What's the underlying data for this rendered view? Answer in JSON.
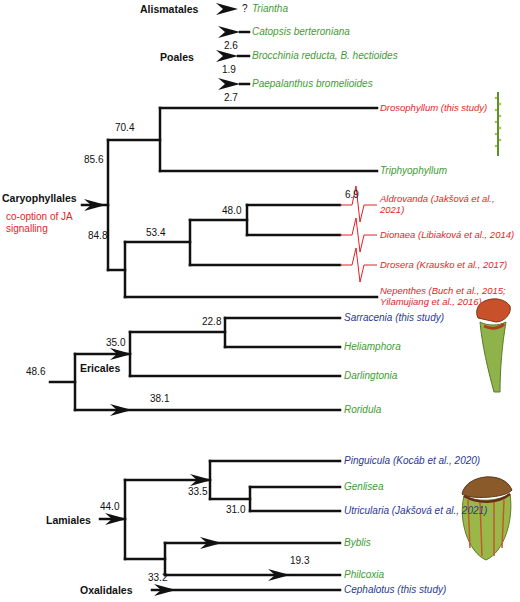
{
  "diagram": {
    "labels": [
      "Alismatales",
      "?",
      "Triantha",
      "Catopsis berteroniana",
      "2.6",
      "Poales",
      "Brocchinia reducta, B. hectioides",
      "1.9",
      "Paepalanthus bromelioides",
      "2.7",
      "70.4",
      "Drosophyllum (this study)",
      "Triphyophyllum",
      "85.6",
      "Caryophyllales",
      "co-option of JA signalling",
      "6.9",
      "Aldrovanda (Jakšová et al., 2021)",
      "48.0",
      "Dionaea (Libiaková et al., 2014)",
      "84.8",
      "53.4",
      "Drosera (Krausko et al., 2017)",
      "Nepenthes (Buch et al., 2015; Yilamujiang et al., 2016)",
      "22.8",
      "Sarracenia (this study)",
      "35.0",
      "Heliamphora",
      "Ericales",
      "48.6",
      "Darlingtonia",
      "38.1",
      "Roridula",
      "Pinguicula (Kocáb et al., 2020)",
      "Genlisea",
      "33.5",
      "31.0",
      "Utricularia (Jakšová et al., 2021)",
      "Lamiales",
      "44.0",
      "Byblis",
      "19.3",
      "Philcoxia",
      "Oxalidales",
      "33.2",
      "Cephalotus (this study)"
    ]
  }
}
